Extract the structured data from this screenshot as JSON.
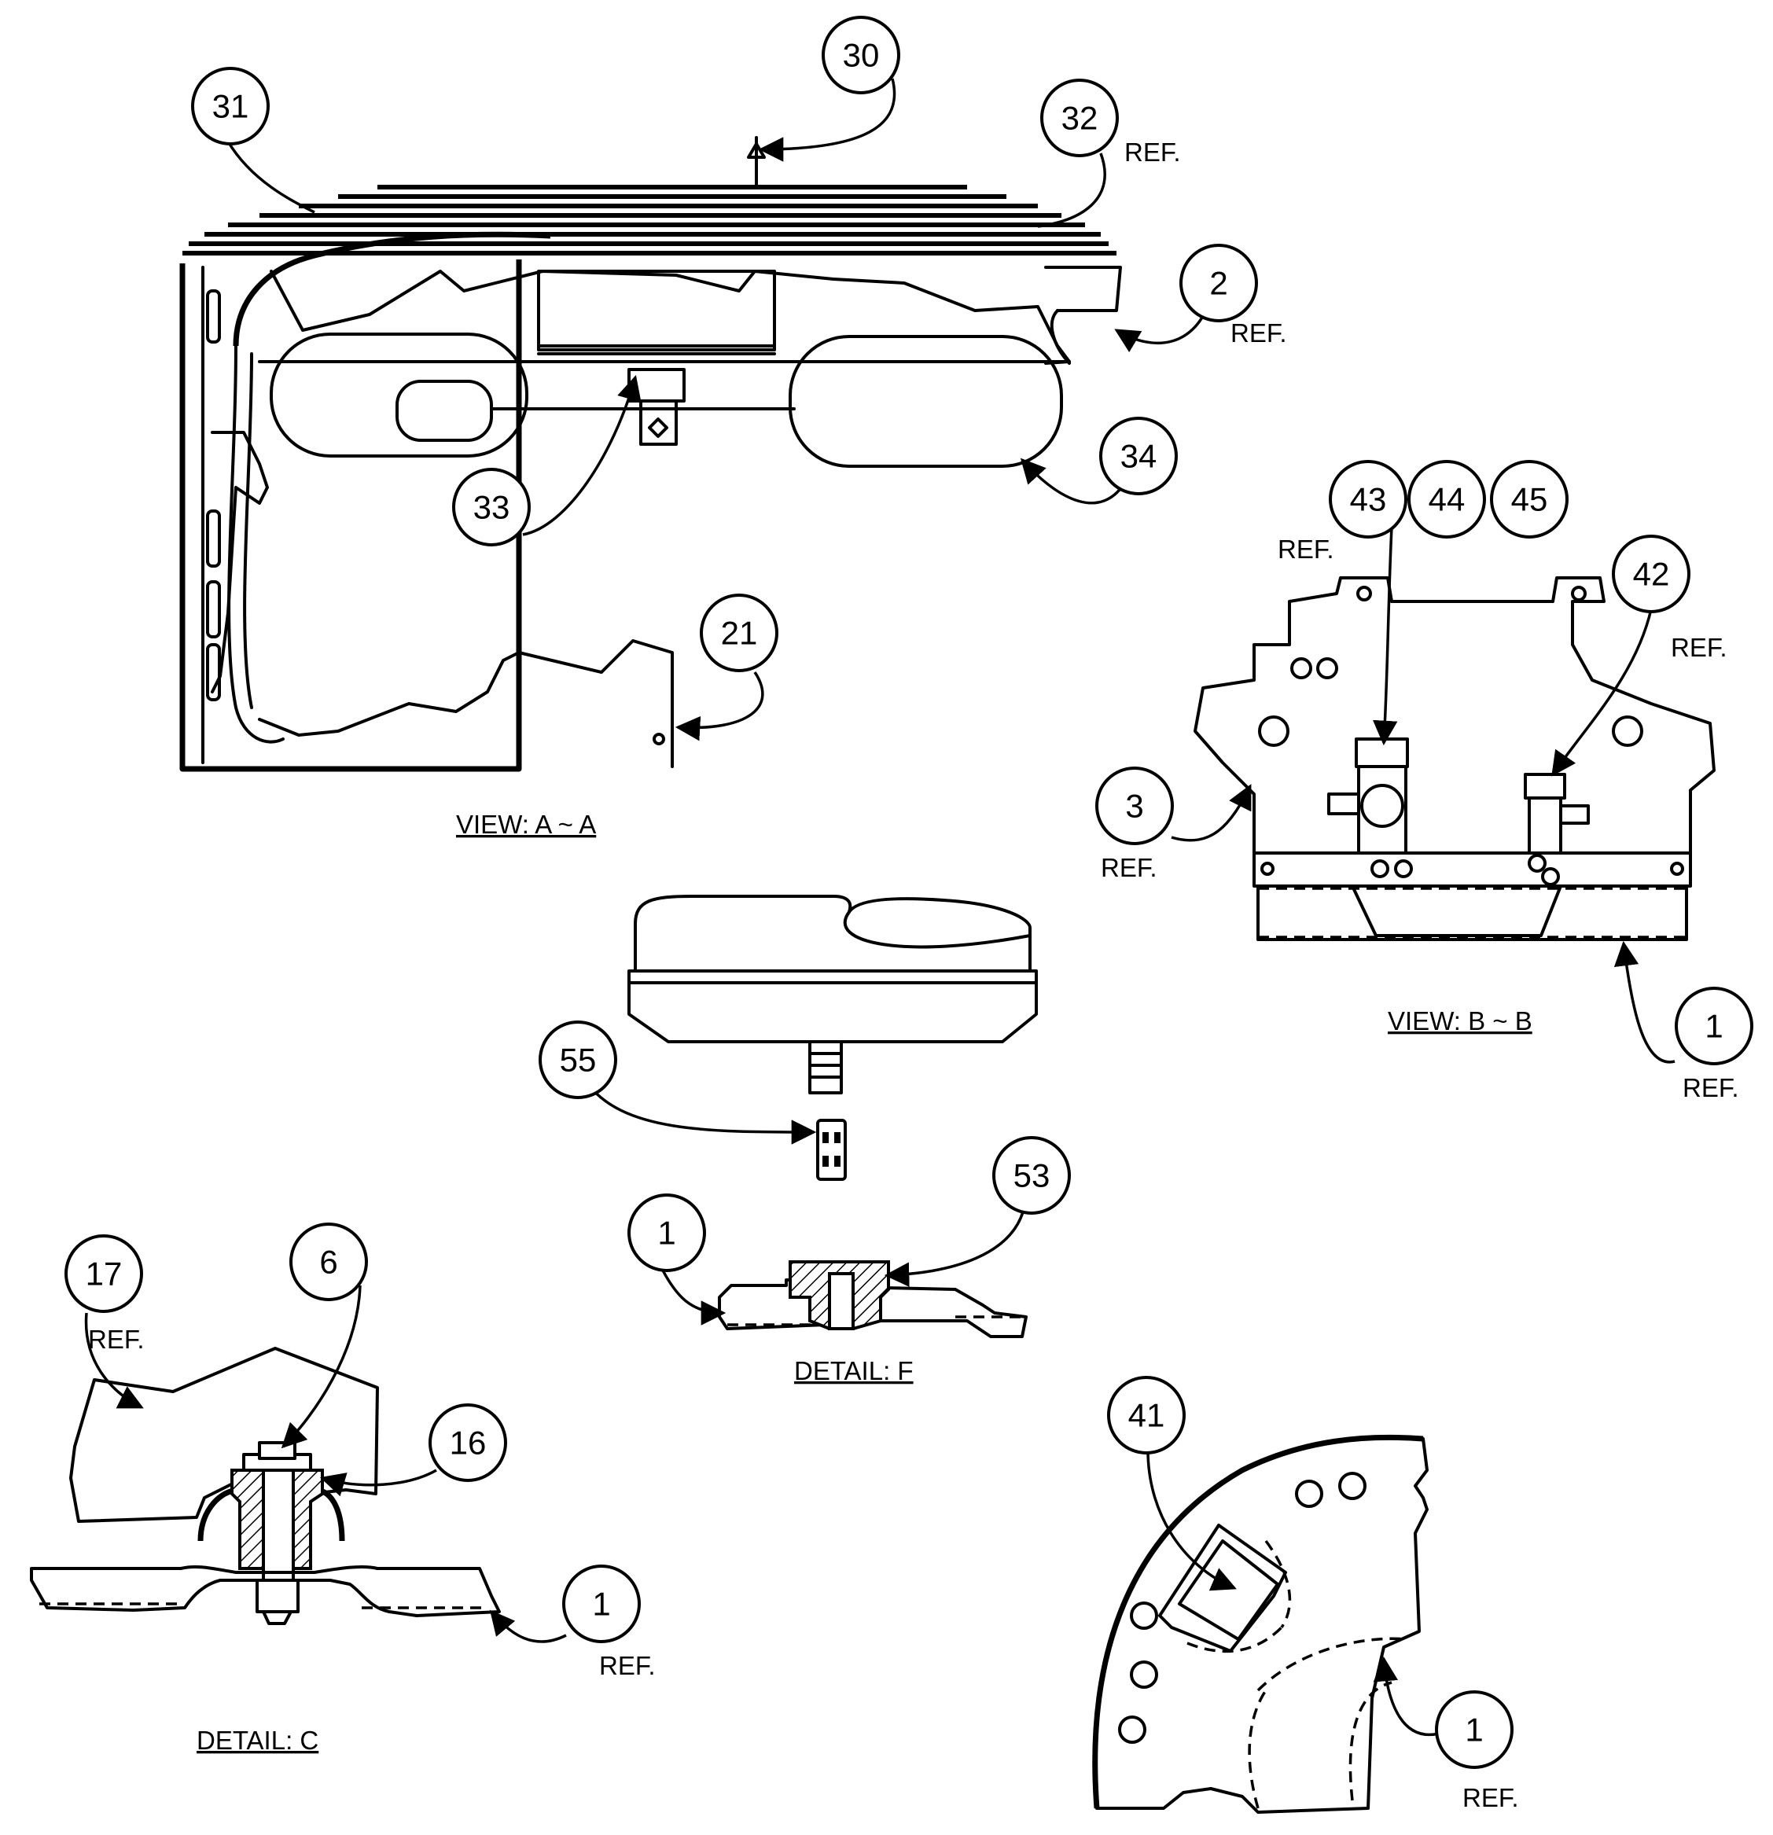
{
  "captions": {
    "view_aa": "VIEW: A ~ A",
    "view_bb": "VIEW: B ~ B",
    "detail_f": "DETAIL: F",
    "detail_c": "DETAIL: C"
  },
  "ref_text": "REF.",
  "callouts": {
    "c30": "30",
    "c31": "31",
    "c32": "32",
    "c2": "2",
    "c34": "34",
    "c33": "33",
    "c21": "21",
    "c43": "43",
    "c44": "44",
    "c45": "45",
    "c42": "42",
    "c3": "3",
    "c1_bb": "1",
    "c55": "55",
    "c53": "53",
    "c1_f": "1",
    "c17": "17",
    "c6": "6",
    "c16": "16",
    "c1_c": "1",
    "c41": "41",
    "c1_corner": "1"
  }
}
